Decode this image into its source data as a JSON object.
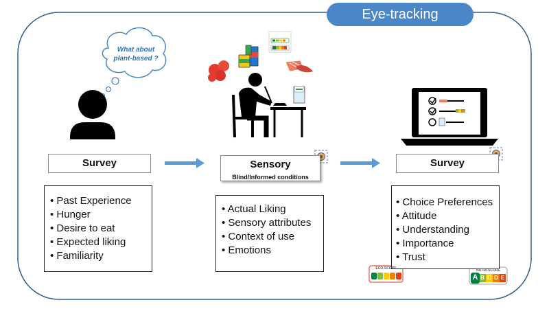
{
  "title": "Eye-tracking",
  "thought": "What about plant-based ?",
  "stages": [
    {
      "title": "Survey",
      "subtitle": "",
      "items": [
        "Past Experience",
        "Hunger",
        "Desire to eat",
        "Expected liking",
        "Familiarity"
      ]
    },
    {
      "title": "Sensory",
      "subtitle": "Blind/Informed conditions",
      "items": [
        "Actual Liking",
        "Sensory attributes",
        "Context of use",
        "Emotions"
      ]
    },
    {
      "title": "Survey",
      "subtitle": "",
      "items": [
        "Choice Preferences",
        "Attitude",
        "Understanding",
        "Importance",
        "Trust"
      ]
    }
  ],
  "labels": {
    "eco_score": "ECO-SCORE",
    "nutri_score": "NUTRI-SCORE",
    "nutri_letters": [
      "A",
      "B",
      "C",
      "D",
      "E"
    ]
  },
  "colors": {
    "frame": "#2f5c8f",
    "accent": "#4a86c8",
    "arrow": "#5b9bd5",
    "thought_text": "#2e75b6",
    "nutri": [
      "#038141",
      "#85bb2f",
      "#fecb02",
      "#ee8100",
      "#e63e11"
    ]
  }
}
